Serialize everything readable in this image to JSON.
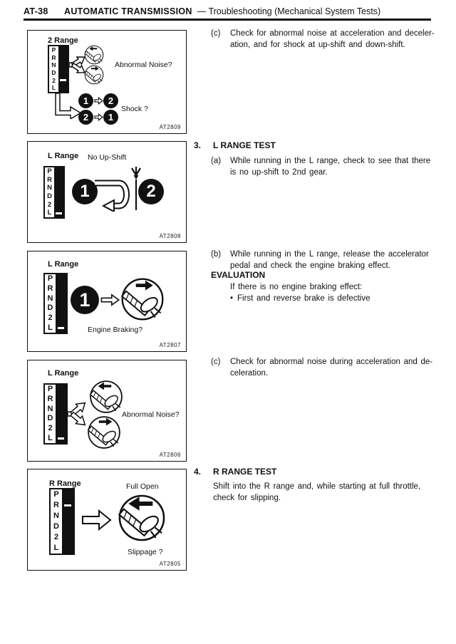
{
  "header": {
    "page_code": "AT-38",
    "title": "AUTOMATIC TRANSMISSION",
    "subtitle": "— Troubleshooting (Mechanical System Tests)"
  },
  "gear_letters": [
    "P",
    "R",
    "N",
    "D",
    "2",
    "L"
  ],
  "figures": {
    "fig1": {
      "range_label": "2 Range",
      "selected_gear": "2",
      "noise_caption": "Abnormal Noise?",
      "shift1_from": "1",
      "shift1_to": "2",
      "shift2_from": "2",
      "shift2_to": "1",
      "shock_caption": "Shock ?",
      "code": "AT2809"
    },
    "fig2": {
      "range_label": "L Range",
      "selected_gear": "L",
      "caption": "No Up-Shift",
      "gear1": "1",
      "gear2": "2",
      "code": "AT2808"
    },
    "fig3": {
      "range_label": "L Range",
      "selected_gear": "L",
      "gear1": "1",
      "caption": "Engine Braking?",
      "code": "AT2807"
    },
    "fig4": {
      "range_label": "L Range",
      "selected_gear": "L",
      "caption": "Abnormal Noise?",
      "code": "AT2806"
    },
    "fig5": {
      "range_label": "R Range",
      "selected_gear": "R",
      "caption_top": "Full Open",
      "caption_bottom": "Slippage ?",
      "code": "AT2805"
    }
  },
  "text": {
    "item2c_marker": "(c)",
    "item2c_line1": "Check for abnormal noise at acceleration and deceler-",
    "item2c_line2": "ation, and for shock at up-shift and down-shift.",
    "sec3_num": "3.",
    "sec3_title": "L RANGE TEST",
    "item3a_marker": "(a)",
    "item3a_line1": "While running in the L range, check to see that there",
    "item3a_line2": "is no up-shift to 2nd gear.",
    "item3b_marker": "(b)",
    "item3b_line1": "While running in the L range, release the accelerator",
    "item3b_line2": "pedal and check the engine braking effect.",
    "evaluation_title": "EVALUATION",
    "eval_line1": "If there is no engine braking effect:",
    "eval_bullet": "•",
    "eval_line2": "First and reverse brake is defective",
    "item3c_marker": "(c)",
    "item3c_line1": "Check for abnormal noise during acceleration and de-",
    "item3c_line2": "celeration.",
    "sec4_num": "4.",
    "sec4_title": "R RANGE TEST",
    "sec4_line1": "Shift into the R range and, while starting at full throttle,",
    "sec4_line2": "check for slipping."
  }
}
